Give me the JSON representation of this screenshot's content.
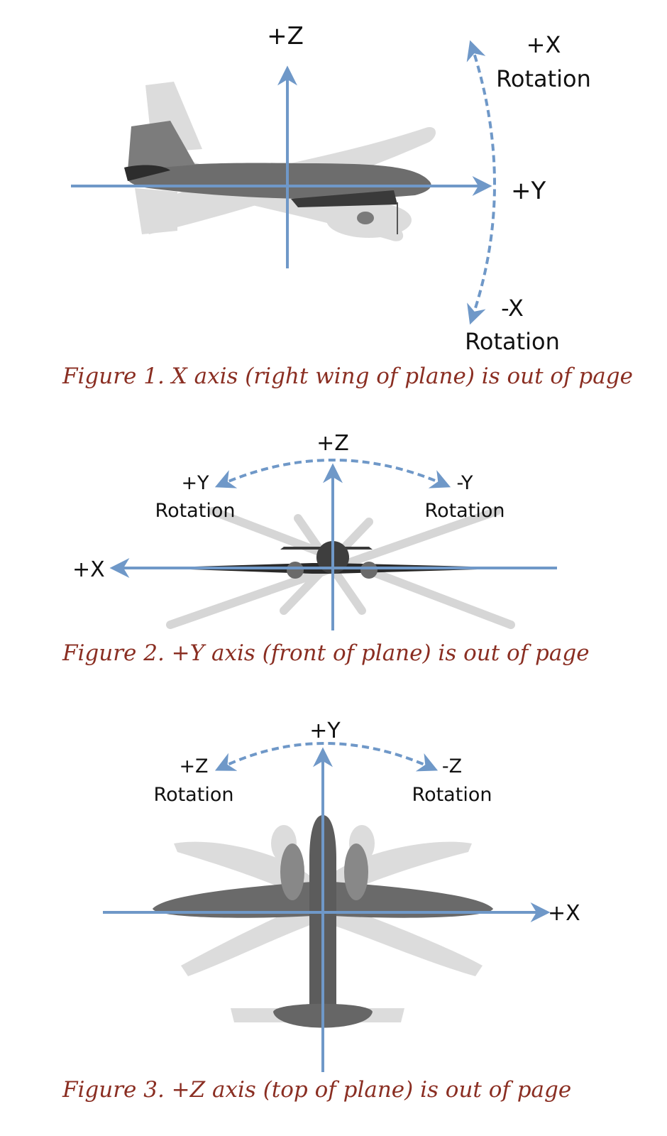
{
  "figures": [
    {
      "caption": "Figure 1. X axis (right wing of plane) is out of page",
      "axis_up": "+Z",
      "axis_side": "+Y",
      "rot_pos_sign": "+X",
      "rot_pos_word": "Rotation",
      "rot_neg_sign": "-X",
      "rot_neg_word": "Rotation"
    },
    {
      "caption": "Figure 2. +Y axis (front of plane) is out of page",
      "axis_up": "+Z",
      "axis_side": "+X",
      "rot_pos_sign": "+Y",
      "rot_pos_word": "Rotation",
      "rot_neg_sign": "-Y",
      "rot_neg_word": "Rotation"
    },
    {
      "caption": "Figure 3. +Z axis (top of plane) is out of page",
      "axis_up": "+Y",
      "axis_side": "+X",
      "rot_pos_sign": "+Z",
      "rot_pos_word": "Rotation",
      "rot_neg_sign": "-Z",
      "rot_neg_word": "Rotation"
    }
  ],
  "colors": {
    "axis": "#6f98c8",
    "caption": "#8a2e22",
    "plane_dark": "#6b6b6b",
    "plane_ghost": "#d2d2d2"
  }
}
